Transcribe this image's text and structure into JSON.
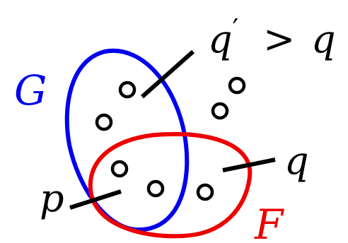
{
  "labels": {
    "set_g": "G",
    "set_f": "F",
    "point_p": "p",
    "point_q": "q",
    "inequality_lhs": "q",
    "inequality_prime": "′",
    "inequality_op": ">",
    "inequality_rhs": "q"
  },
  "colors": {
    "set_g": "#0000ee",
    "set_f": "#ee0000",
    "ink": "#000000"
  }
}
